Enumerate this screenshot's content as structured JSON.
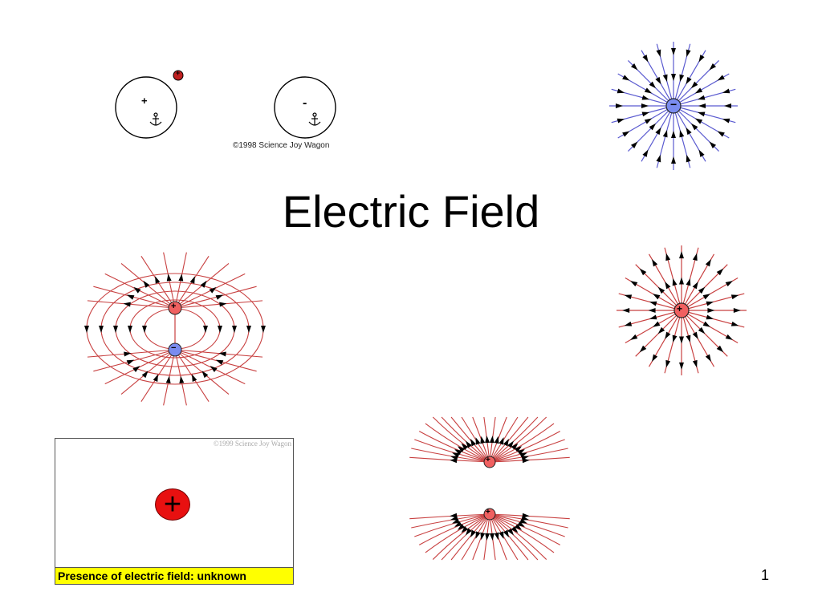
{
  "slide": {
    "title": "Electric Field",
    "page_number": "1"
  },
  "anchored_charges": {
    "copyright": "©1998 Science Joy Wagon",
    "left_sign": "+",
    "right_sign": "-",
    "probe_sign": "+"
  },
  "field_diagrams": {
    "single_negative_sign": "−",
    "single_positive_sign": "+",
    "dipole_positive_sign": "+",
    "dipole_negative_sign": "−",
    "like_charges_top_sign": "+",
    "like_charges_bottom_sign": "+"
  },
  "demo": {
    "copyright": "©1999 Science Joy Wagon",
    "charge_sign": "+",
    "status": "Presence of electric field: unknown"
  },
  "colors": {
    "positive_field": "#c84040",
    "negative_field": "#5a5ad0",
    "positive_charge": "#f06060",
    "negative_charge": "#7a8cf0",
    "status_bar": "#ffff00"
  }
}
